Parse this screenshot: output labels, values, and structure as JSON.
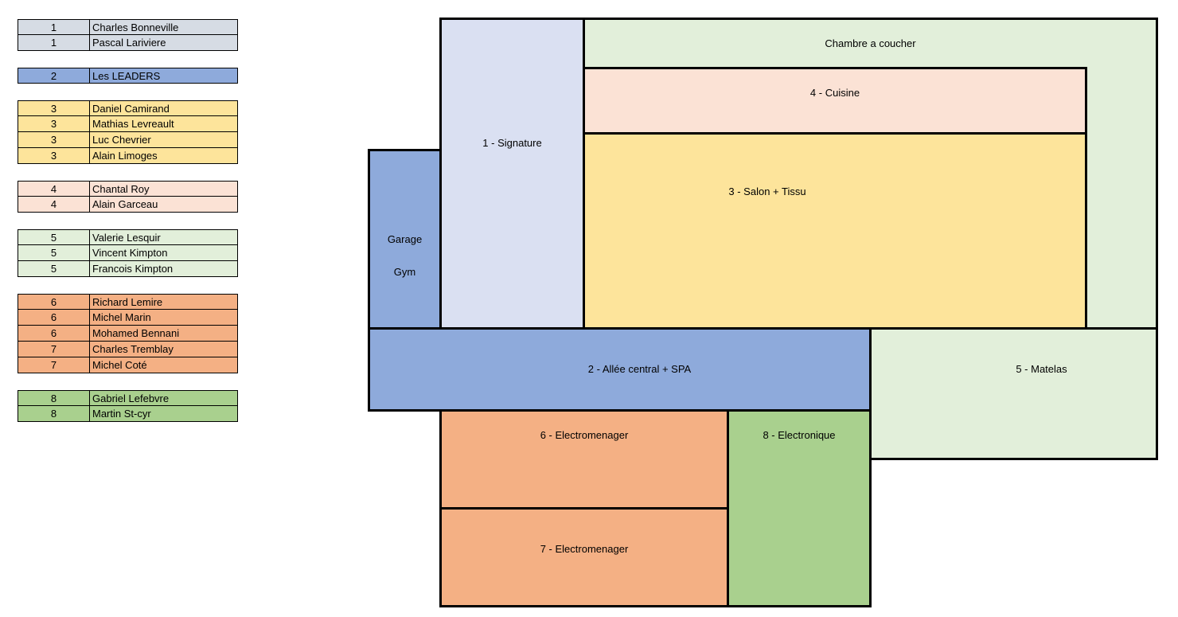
{
  "colors": {
    "group_1": "#d6dce4",
    "group_2": "#8eaadb",
    "group_3": "#fde49b",
    "group_4": "#fbe2d5",
    "group_5": "#e2efda",
    "group_6": "#f4b084",
    "group_7": "#f4b084",
    "group_8": "#a9d08e",
    "signature": "#dae0f2",
    "allee_garage": "#8eaadb"
  },
  "legend": {
    "groups": [
      {
        "color_key": "group_1",
        "rows": [
          {
            "num": "1",
            "name": "Charles Bonneville"
          },
          {
            "num": "1",
            "name": "Pascal Lariviere"
          }
        ]
      },
      {
        "color_key": "group_2",
        "rows": [
          {
            "num": "2",
            "name": "Les LEADERS"
          }
        ]
      },
      {
        "color_key": "group_3",
        "rows": [
          {
            "num": "3",
            "name": "Daniel Camirand"
          },
          {
            "num": "3",
            "name": "Mathias Levreault"
          },
          {
            "num": "3",
            "name": "Luc Chevrier"
          },
          {
            "num": "3",
            "name": "Alain Limoges"
          }
        ]
      },
      {
        "color_key": "group_4",
        "rows": [
          {
            "num": "4",
            "name": "Chantal Roy"
          },
          {
            "num": "4",
            "name": "Alain Garceau"
          }
        ]
      },
      {
        "color_key": "group_5",
        "rows": [
          {
            "num": "5",
            "name": "Valerie Lesquir"
          },
          {
            "num": "5",
            "name": "Vincent Kimpton"
          },
          {
            "num": "5",
            "name": "Francois Kimpton"
          }
        ]
      },
      {
        "color_key": "group_6",
        "rows": [
          {
            "num": "6",
            "name": "Richard Lemire"
          },
          {
            "num": "6",
            "name": "Michel Marin"
          },
          {
            "num": "6",
            "name": "Mohamed Bennani"
          },
          {
            "num": "7",
            "name": "Charles Tremblay"
          },
          {
            "num": "7",
            "name": "Michel Coté"
          }
        ]
      },
      {
        "color_key": "group_8",
        "rows": [
          {
            "num": "8",
            "name": "Gabriel Lefebvre"
          },
          {
            "num": "8",
            "name": "Martin St-cyr"
          }
        ]
      }
    ]
  },
  "plan": {
    "chambre": "Chambre a coucher",
    "signature": "1 - Signature",
    "cuisine": "4 - Cuisine",
    "salon": "3 - Salon + Tissu",
    "garage_1": "Garage",
    "garage_2": "Gym",
    "allee": "2 - Allée central + SPA",
    "matelas": "5 - Matelas",
    "electro6": "6 - Electromenager",
    "electro7": "7 - Electromenager",
    "electronique": "8 - Electronique"
  }
}
